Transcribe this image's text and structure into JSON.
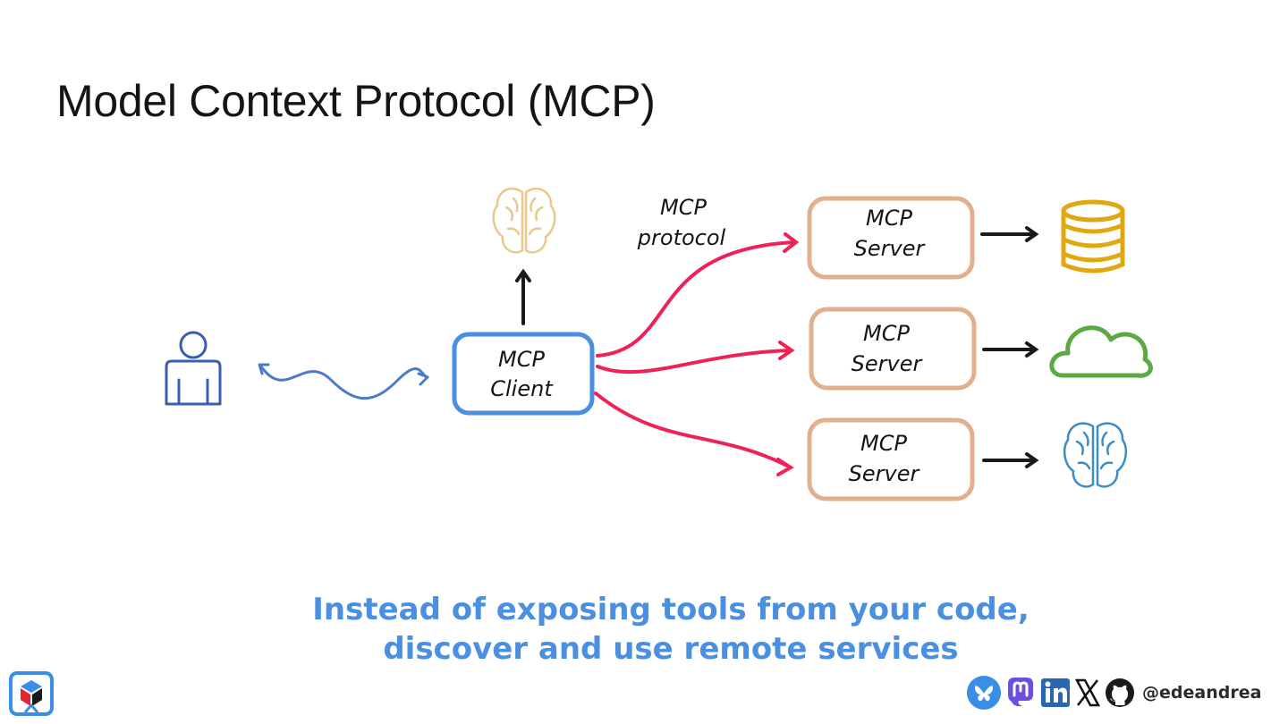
{
  "slide": {
    "title": "Model Context Protocol (MCP)",
    "caption_line1": "Instead of exposing tools from your code,",
    "caption_line2": "discover and use remote services"
  },
  "diagram": {
    "client": {
      "line1": "MCP",
      "line2": "Client"
    },
    "protocol": {
      "line1": "MCP",
      "line2": "protocol"
    },
    "servers": [
      {
        "line1": "MCP",
        "line2": "Server",
        "target": "database-icon"
      },
      {
        "line1": "MCP",
        "line2": "Server",
        "target": "cloud-icon"
      },
      {
        "line1": "MCP",
        "line2": "Server",
        "target": "brain-icon"
      }
    ],
    "icons": [
      "user-icon",
      "brain-icon",
      "database-icon",
      "cloud-icon"
    ]
  },
  "footer": {
    "handle": "@edeandrea",
    "socials": [
      "bluesky-icon",
      "mastodon-icon",
      "linkedin-icon",
      "x-icon",
      "github-icon"
    ]
  },
  "colors": {
    "caption": "#4a8fe0",
    "client_border": "#4a8fe0",
    "server_border": "#e2b08c",
    "arrows": "#ee2257",
    "database": "#e0a810",
    "cloud": "#5ea843",
    "brain_top": "#e8c98a",
    "brain_bottom": "#3b8ec4",
    "user": "#3a5fb0"
  }
}
